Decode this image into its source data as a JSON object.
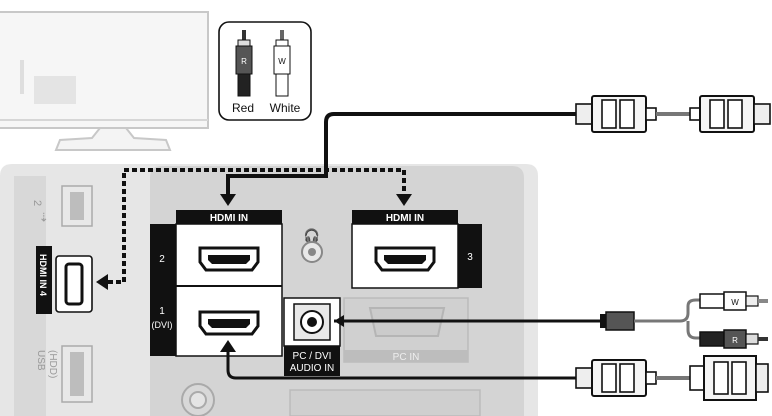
{
  "legend": {
    "red_letter": "R",
    "white_letter": "W",
    "red_label": "Red",
    "white_label": "White"
  },
  "panel": {
    "side_top_label": "2",
    "hdmi4_label": "HDMI IN 4",
    "usb_label": "USB",
    "usb_hdd_label": "(HDD)",
    "hdmi_in_left_label": "HDMI IN",
    "hdmi_in_right_label": "HDMI IN",
    "port2_label": "2",
    "port1_label": "1",
    "port1_sub_label": "(DVI)",
    "port3_label": "3",
    "pc_dvi_audio_label_1": "PC / DVI",
    "pc_dvi_audio_label_2": "AUDIO IN",
    "pc_in_label": "PC IN"
  },
  "cables": {
    "audio_plug_letters": [
      "W",
      "R"
    ]
  },
  "colors": {
    "panel_gray": "#e6e6e6",
    "inner_panel": "#d4d4d4",
    "black": "#111111",
    "tv_outline": "#c8c8c8"
  }
}
